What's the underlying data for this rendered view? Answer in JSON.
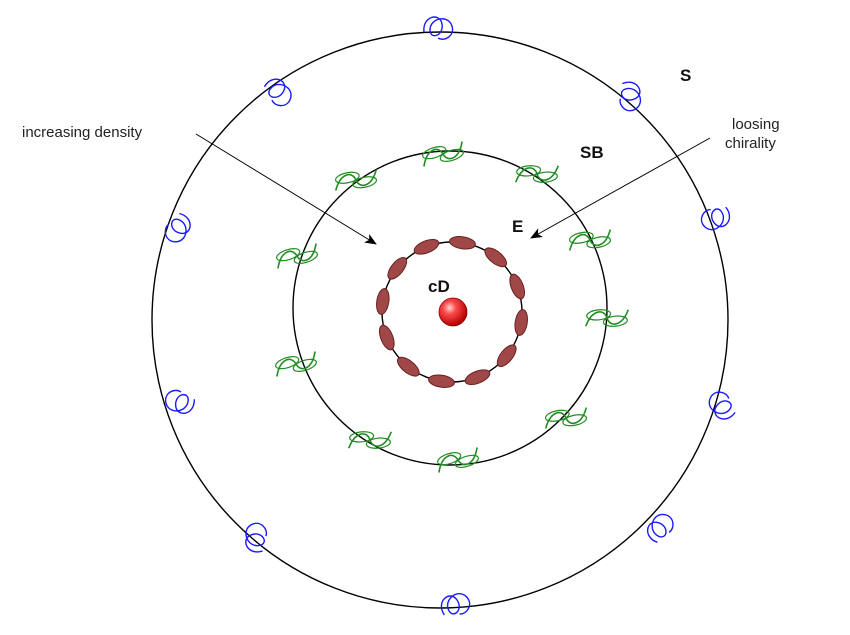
{
  "labels": {
    "outer": "S",
    "middle": "SB",
    "inner": "E",
    "core": "cD",
    "increasing_density": "increasing density",
    "loosing_chirality_line1": "loosing",
    "loosing_chirality_line2": "chirality"
  },
  "colors": {
    "ring_stroke": "#000000",
    "outer_loops": "#1a1aff",
    "middle_loops": "#228b22",
    "inner_ellipses_fill": "#a04848",
    "inner_ellipses_stroke": "#6b1f1f",
    "core_sphere": "#e01818"
  },
  "icons": {
    "outer_element": "blue-spiral-loop-icon",
    "middle_element": "green-helix-icon",
    "inner_element": "brown-ellipse-icon",
    "core_element": "red-sphere-icon"
  }
}
